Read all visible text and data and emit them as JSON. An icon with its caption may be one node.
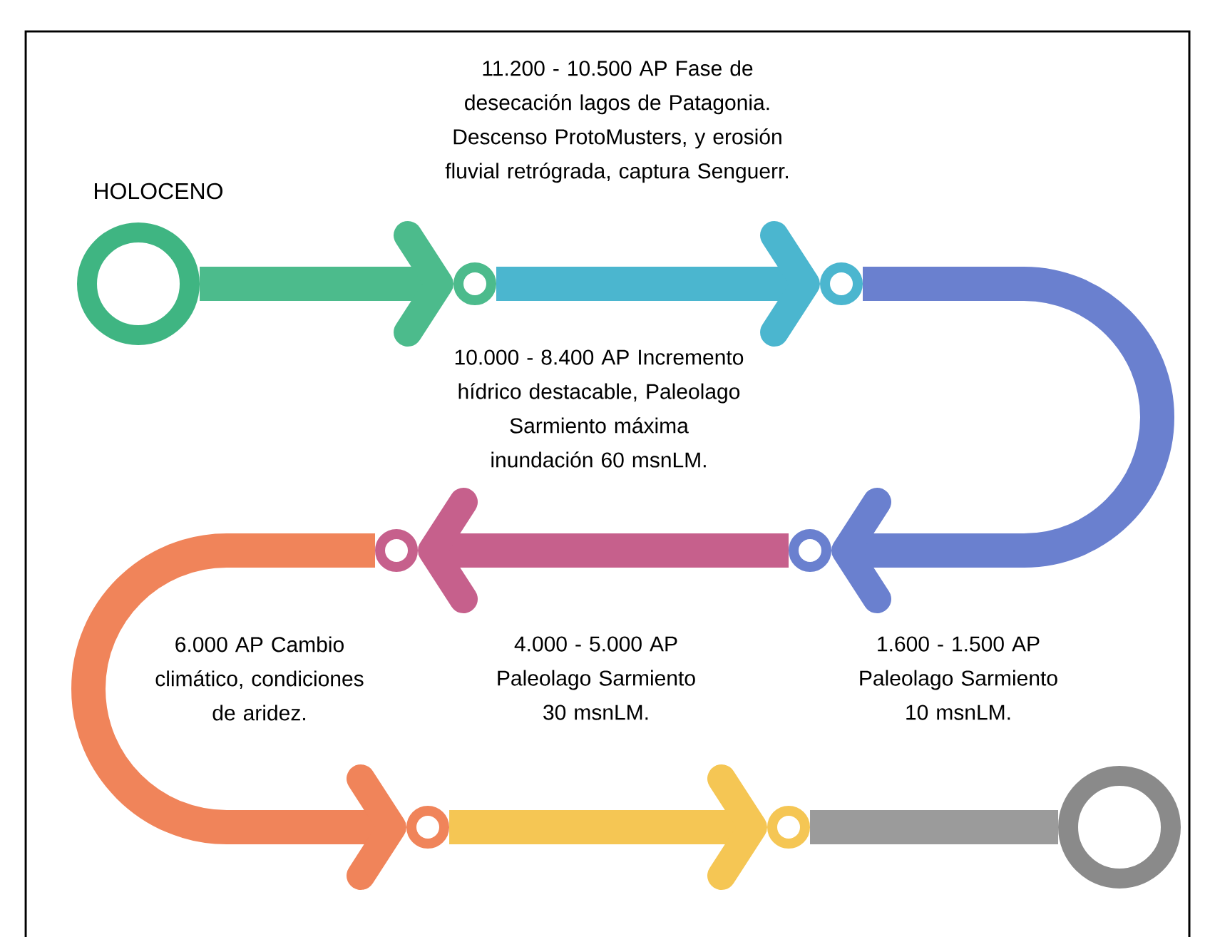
{
  "diagram": {
    "title": "HOLOCENO",
    "nodes": [
      {
        "text": [],
        "shape": "circle"
      },
      {
        "text": [],
        "shape": "circle"
      },
      {
        "text": [],
        "shape": "circle"
      },
      {
        "text": [],
        "shape": "circle"
      },
      {
        "text": [],
        "shape": "circle"
      },
      {
        "text": [],
        "shape": "circle"
      },
      {
        "text": [],
        "shape": "circle"
      },
      {
        "text": [],
        "shape": "circle"
      }
    ],
    "edges": [
      {
        "from": 0,
        "to": 1,
        "arrow": "to",
        "color": "#4cbb8c"
      },
      {
        "from": 1,
        "to": 2,
        "arrow": "to",
        "color": "#4bb6cf"
      },
      {
        "from": 2,
        "to": 3,
        "arrow": "to",
        "color": "#6a80cf"
      },
      {
        "from": 3,
        "to": 4,
        "arrow": "to",
        "color": "#c6608c"
      },
      {
        "from": 4,
        "to": 5,
        "arrow": "to",
        "color": "#f0845a"
      },
      {
        "from": 5,
        "to": 6,
        "arrow": "to",
        "color": "#f5c654"
      },
      {
        "from": 6,
        "to": 7,
        "arrow": "none",
        "color": "#9b9b9b"
      }
    ],
    "labels": [
      "11.200 - 10.500 AP Fase de desecación lagos de Patagonia. Descenso ProtoMusters, y erosión fluvial retrógrada, captura Senguerr.",
      "10.000 - 8.400 AP Incremento hídrico destacable, Paleolago Sarmiento máxima inundación 60 msnLM.",
      "6.000 AP Cambio climático, condiciones de aridez.",
      "4.000 - 5.000 AP Paleolago Sarmiento 30 msnLM.",
      "1.600 - 1.500 AP Paleolago Sarmiento 10 msnLM."
    ]
  }
}
